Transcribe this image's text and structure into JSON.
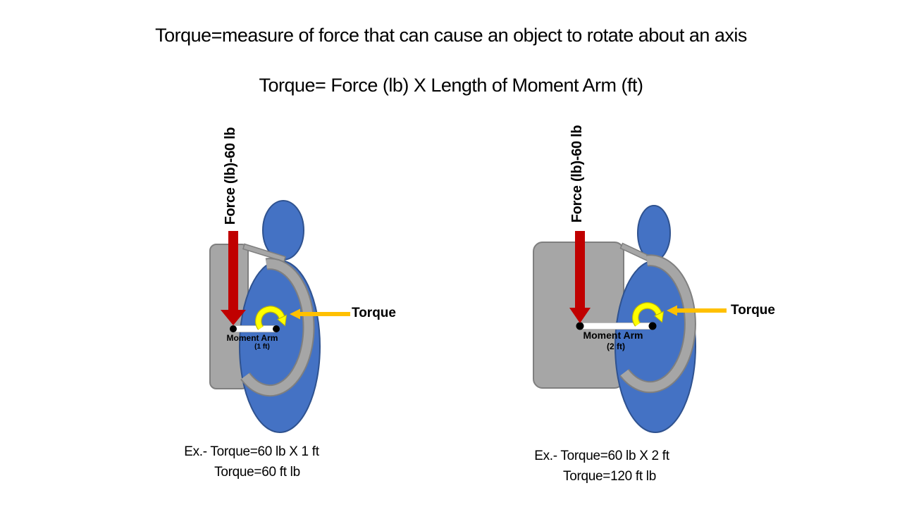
{
  "title": "Torque=measure of force that can cause an object to rotate about an axis",
  "formula": "Torque= Force (lb) X Length of Moment Arm (ft)",
  "colors": {
    "figure_blue": "#4472C4",
    "figure_blue_outline": "#2F528F",
    "object_gray": "#A6A6A6",
    "object_gray_outline": "#7F7F7F",
    "force_arrow_red": "#C00000",
    "rotation_arrow_yellow": "#FFFF00",
    "rotation_arrow_outline": "#BFB800",
    "torque_arrow_gold": "#FFC000",
    "moment_arm_white": "#FFFFFF",
    "pivot_black": "#000000"
  },
  "icons": {
    "force_arrow": "thick-down-arrow",
    "rotation_arrow": "curved-clockwise-arrow",
    "torque_pointer": "left-pointing-arrow"
  },
  "left_diagram": {
    "force_label": "Force (lb)-60 lb",
    "torque_label": "Torque",
    "moment_arm_label": "Moment Arm",
    "moment_arm_length": "(1 ft)",
    "example_line1": "Ex.- Torque=60 lb X 1 ft",
    "example_line2": "Torque=60 ft lb"
  },
  "right_diagram": {
    "force_label": "Force (lb)-60 lb",
    "torque_label": "Torque",
    "moment_arm_label": "Moment Arm",
    "moment_arm_length": "(2 ft)",
    "example_line1": "Ex.- Torque=60 lb X 2 ft",
    "example_line2": "Torque=120 ft lb"
  }
}
